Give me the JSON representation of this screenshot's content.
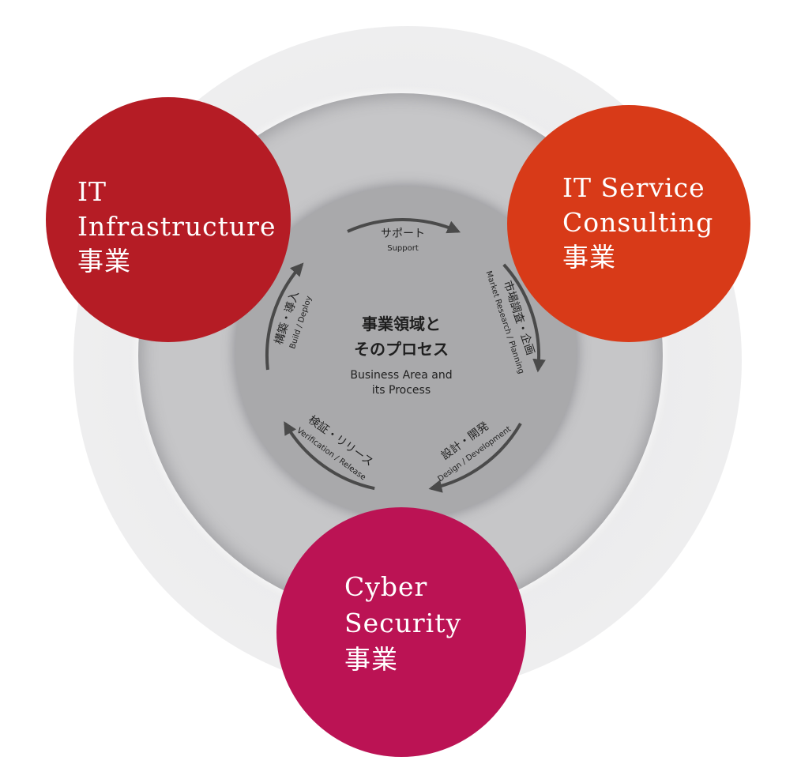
{
  "center": {
    "title": "事業領域と\nそのプロセス",
    "subtitle": "Business Area and\nits Process"
  },
  "process": [
    {
      "jp": "サポート",
      "en": "Support"
    },
    {
      "jp": "市場調査・企画",
      "en": "Market Research / Planning"
    },
    {
      "jp": "設計・開発",
      "en": "Design / Development"
    },
    {
      "jp": "検証・リリース",
      "en": "Verification / Release"
    },
    {
      "jp": "構築・導入",
      "en": "Build / Deploy"
    }
  ],
  "businesses": {
    "it_infrastructure": {
      "title": "IT\nInfrastructure\n事業",
      "color": "#b51c25"
    },
    "it_service_consulting": {
      "title": "IT Service\nConsulting\n事業",
      "color": "#d83a18"
    },
    "cyber_security": {
      "title": "Cyber\nSecurity\n事業",
      "color": "#bb1354"
    }
  },
  "colors": {
    "arrow": "#4a4a4a",
    "ring_outer": "#ececed",
    "ring_middle": "#c6c6c8",
    "ring_inner": "#a9a9ab"
  }
}
